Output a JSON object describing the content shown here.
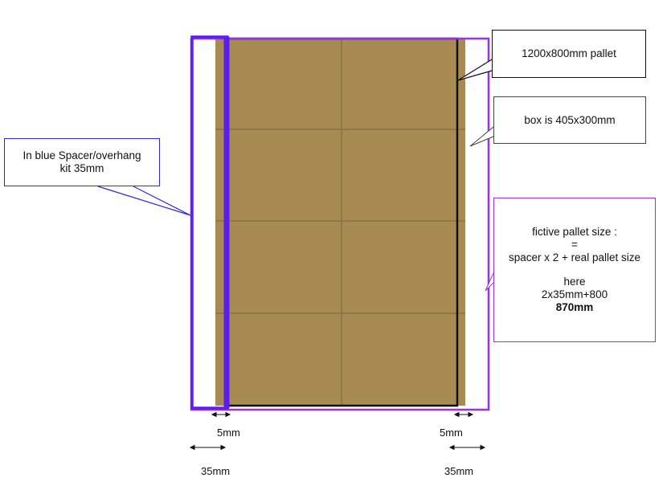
{
  "colors": {
    "box_fill": "#a88b52",
    "box_seam": "#8a7246",
    "spacer_blue": "#5a1ef0",
    "fictive_purple": "#9b30e8",
    "pallet_black": "#111111",
    "callout_blue": "#2a2ad6"
  },
  "callouts": {
    "pallet": "1200x800mm pallet",
    "box": "box is 405x300mm",
    "spacer": {
      "line1": "In blue Spacer/overhang",
      "line2": "kit 35mm"
    },
    "fictive": {
      "line1": "fictive pallet size :",
      "line2": "=",
      "line3": "spacer x 2 + real pallet size",
      "line4": "here",
      "line5": "2x35mm+800",
      "line6": "870mm"
    }
  },
  "dimensions": {
    "left_small": "5mm",
    "right_small": "5mm",
    "left_large": "35mm",
    "right_large": "35mm"
  }
}
